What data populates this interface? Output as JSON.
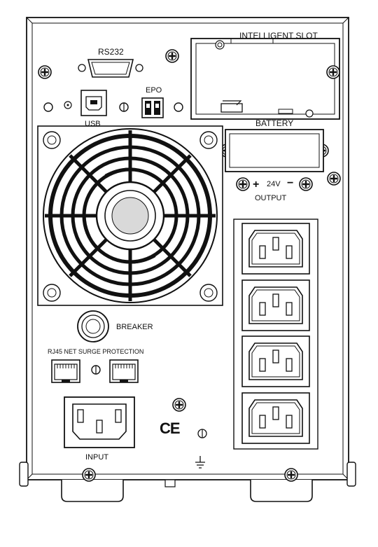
{
  "labels": {
    "intelligent_slot": "INTELLIGENT SLOT",
    "rs232": "RS232",
    "epo": "EPO",
    "usb": "USB",
    "battery": "BATTERY",
    "plus": "+",
    "voltage": "24V",
    "minus": "−",
    "output": "OUTPUT",
    "breaker": "BREAKER",
    "rj45": "RJ45 NET SURGE PROTECTION",
    "ce_mark": "CE",
    "input": "INPUT"
  },
  "colors": {
    "line": "#111111",
    "background": "#ffffff",
    "shade": "#d9d9d9"
  }
}
